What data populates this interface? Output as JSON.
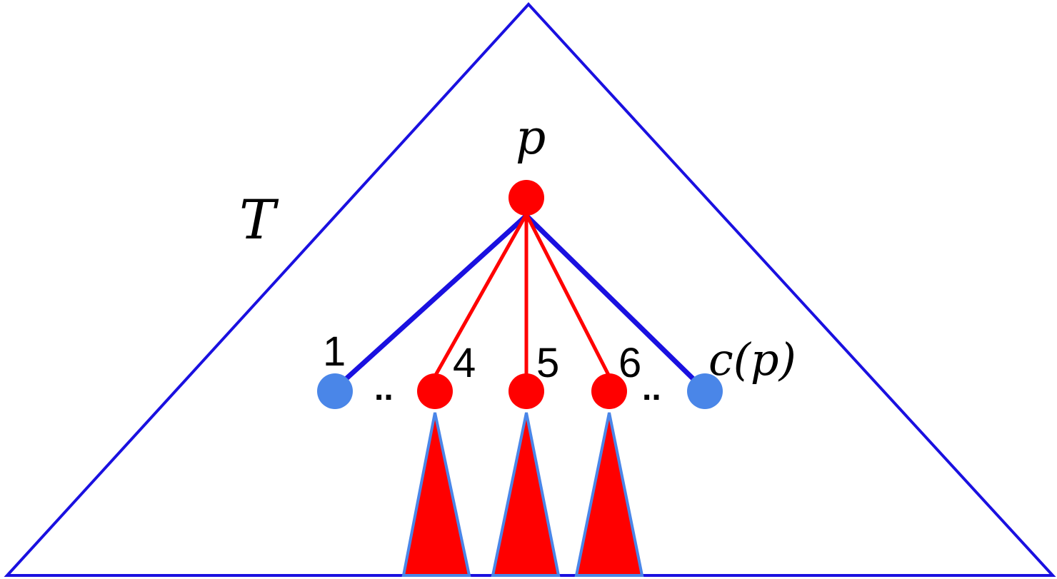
{
  "labels": {
    "tree": "T",
    "root": "p",
    "child_first": "1",
    "child_4": "4",
    "child_5": "5",
    "child_6": "6",
    "child_last": "c(p)",
    "ellipsis_left": "..",
    "ellipsis_right": ".."
  },
  "colors": {
    "outline": "#1a10e0",
    "highlight": "#ff0000",
    "plain_node": "#4a86e8",
    "subtree_border": "#4a86e8"
  }
}
